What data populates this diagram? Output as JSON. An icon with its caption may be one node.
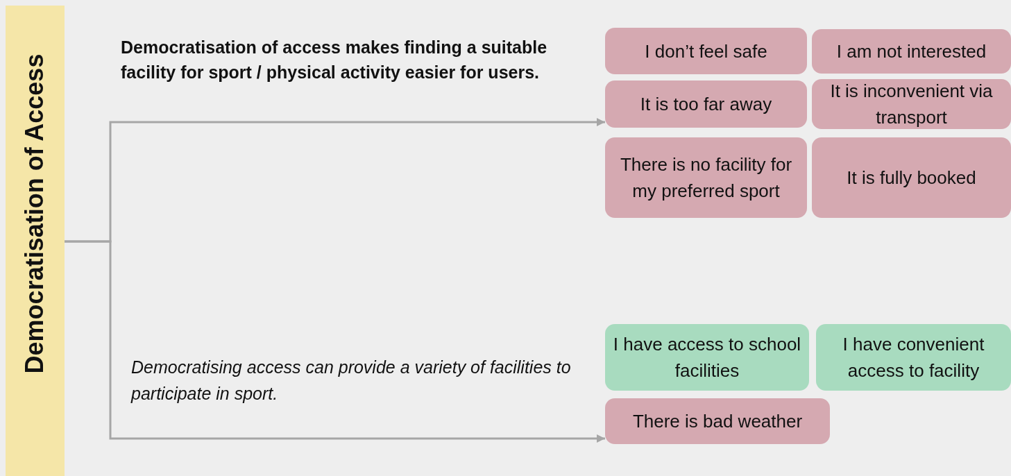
{
  "diagram": {
    "nodes": [
      {
        "text": [
          "Democratisation of Access"
        ]
      },
      {
        "text": [
          "I don’t feel safe"
        ]
      },
      {
        "text": [
          "I am not interested"
        ]
      },
      {
        "text": [
          "It is too far away"
        ]
      },
      {
        "text": [
          "It is inconvenient via transport"
        ]
      },
      {
        "text": [
          "There is no facility for my preferred sport"
        ]
      },
      {
        "text": [
          "It is fully booked"
        ]
      },
      {
        "text": [
          "I have access to school facilities"
        ]
      },
      {
        "text": [
          "I have convenient access to facility"
        ]
      },
      {
        "text": [
          "There is bad weather"
        ]
      }
    ],
    "edges": [
      {
        "from": 0,
        "to": 3,
        "arrow": "to",
        "label": "Democratisation of access makes finding a suitable facility for sport / physical activity easier for users."
      },
      {
        "from": 0,
        "to": 9,
        "arrow": "to",
        "label": "Democratising access can provide a variety of facilities to participate in sport."
      }
    ]
  }
}
